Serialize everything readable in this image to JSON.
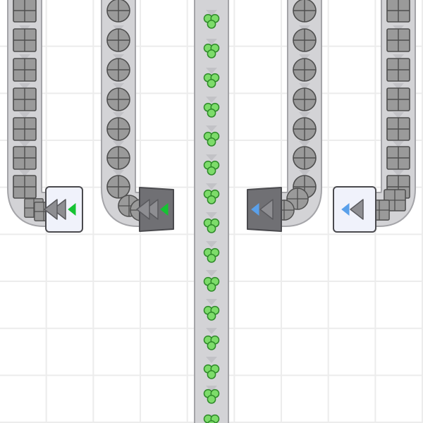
{
  "colors": {
    "background": "#ffffff",
    "grid_line": "#ececec",
    "belt_fill": "#d3d3d6",
    "belt_border": "#a4a4a8",
    "belt_arrow": "#c2c2c6",
    "item_gray": "#9a9a9a",
    "item_stroke": "#4e4e4e",
    "item_green": "#7ddc6a",
    "item_green_stroke": "#2f8a2a",
    "building_dark": "#707074",
    "building_light": "#f0f2fb",
    "building_stroke": "#4a4a4e",
    "indicator_green": "#15c332",
    "indicator_blue": "#5aa0ea"
  },
  "legend": {
    "square_item": "square-tile-item",
    "circle_item": "crosshair-circle-item",
    "green_item": "green-cluster-item"
  },
  "belts": [
    {
      "name": "belt-1",
      "direction": "down-then-right",
      "item": "square_item",
      "items_count": 7
    },
    {
      "name": "belt-2",
      "direction": "down-then-right",
      "item": "circle_item",
      "items_count": 7
    },
    {
      "name": "belt-center",
      "direction": "down",
      "item": "green_item",
      "items_count": 15
    },
    {
      "name": "belt-4",
      "direction": "down-then-left",
      "item": "circle_item",
      "items_count": 7
    },
    {
      "name": "belt-5",
      "direction": "down-then-left",
      "item": "square_item",
      "items_count": 7
    }
  ],
  "buildings": [
    {
      "name": "building-1",
      "style": "light",
      "indicator": "indicator_green",
      "facing": "left"
    },
    {
      "name": "building-2",
      "style": "dark",
      "indicator": "indicator_green",
      "facing": "left"
    },
    {
      "name": "building-4",
      "style": "dark",
      "indicator": "indicator_blue",
      "facing": "left"
    },
    {
      "name": "building-5",
      "style": "light",
      "indicator": "indicator_blue",
      "facing": "left"
    }
  ]
}
